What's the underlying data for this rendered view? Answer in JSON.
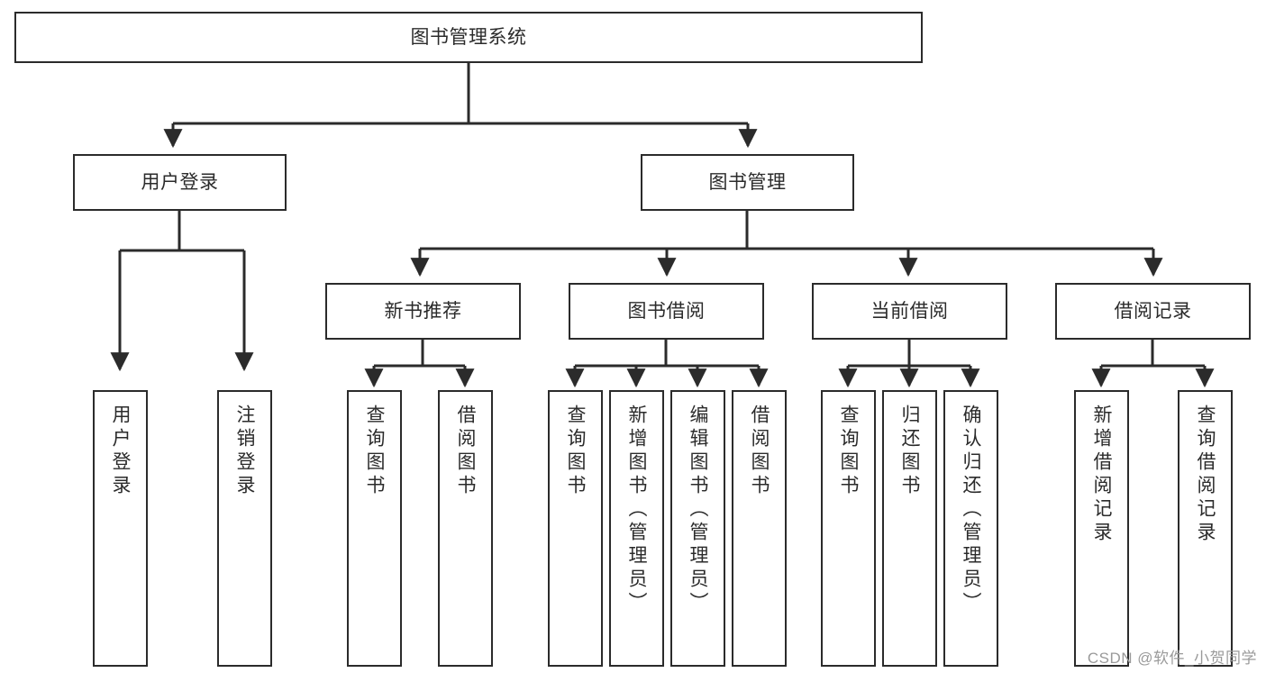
{
  "diagram": {
    "title": "图书管理系统",
    "type": "tree-hierarchy",
    "watermark": "CSDN @软件_小贺同学",
    "colors": {
      "box_border": "#2b2b2b",
      "box_fill": "#ffffff",
      "connector": "#2b2b2b",
      "text": "#2b2b2b",
      "watermark": "#9a9a9a"
    },
    "nodes": {
      "root": {
        "label": "图书管理系统"
      },
      "level2": [
        {
          "id": "user-login",
          "label": "用户登录"
        },
        {
          "id": "book-management",
          "label": "图书管理"
        }
      ],
      "level3": [
        {
          "id": "new-book-recommend",
          "label": "新书推荐"
        },
        {
          "id": "book-borrow",
          "label": "图书借阅"
        },
        {
          "id": "current-borrow",
          "label": "当前借阅"
        },
        {
          "id": "borrow-record",
          "label": "借阅记录"
        }
      ],
      "leaves": {
        "user_login": [
          {
            "id": "leaf-user-login",
            "label": "用户登录"
          },
          {
            "id": "leaf-logout-login",
            "label": "注销登录"
          }
        ],
        "new_book_recommend": [
          {
            "id": "leaf-query-book-1",
            "label": "查询图书"
          },
          {
            "id": "leaf-borrow-book-1",
            "label": "借阅图书"
          }
        ],
        "book_borrow": [
          {
            "id": "leaf-query-book-2",
            "label": "查询图书"
          },
          {
            "id": "leaf-add-book-admin",
            "label": "新增图书（管理员）"
          },
          {
            "id": "leaf-edit-book-admin",
            "label": "编辑图书（管理员）"
          },
          {
            "id": "leaf-borrow-book-2",
            "label": "借阅图书"
          }
        ],
        "current_borrow": [
          {
            "id": "leaf-query-book-3",
            "label": "查询图书"
          },
          {
            "id": "leaf-return-book",
            "label": "归还图书"
          },
          {
            "id": "leaf-confirm-return-admin",
            "label": "确认归还（管理员）"
          }
        ],
        "borrow_record": [
          {
            "id": "leaf-add-borrow-record",
            "label": "新增借阅记录"
          },
          {
            "id": "leaf-query-borrow-record",
            "label": "查询借阅记录"
          }
        ]
      }
    }
  }
}
